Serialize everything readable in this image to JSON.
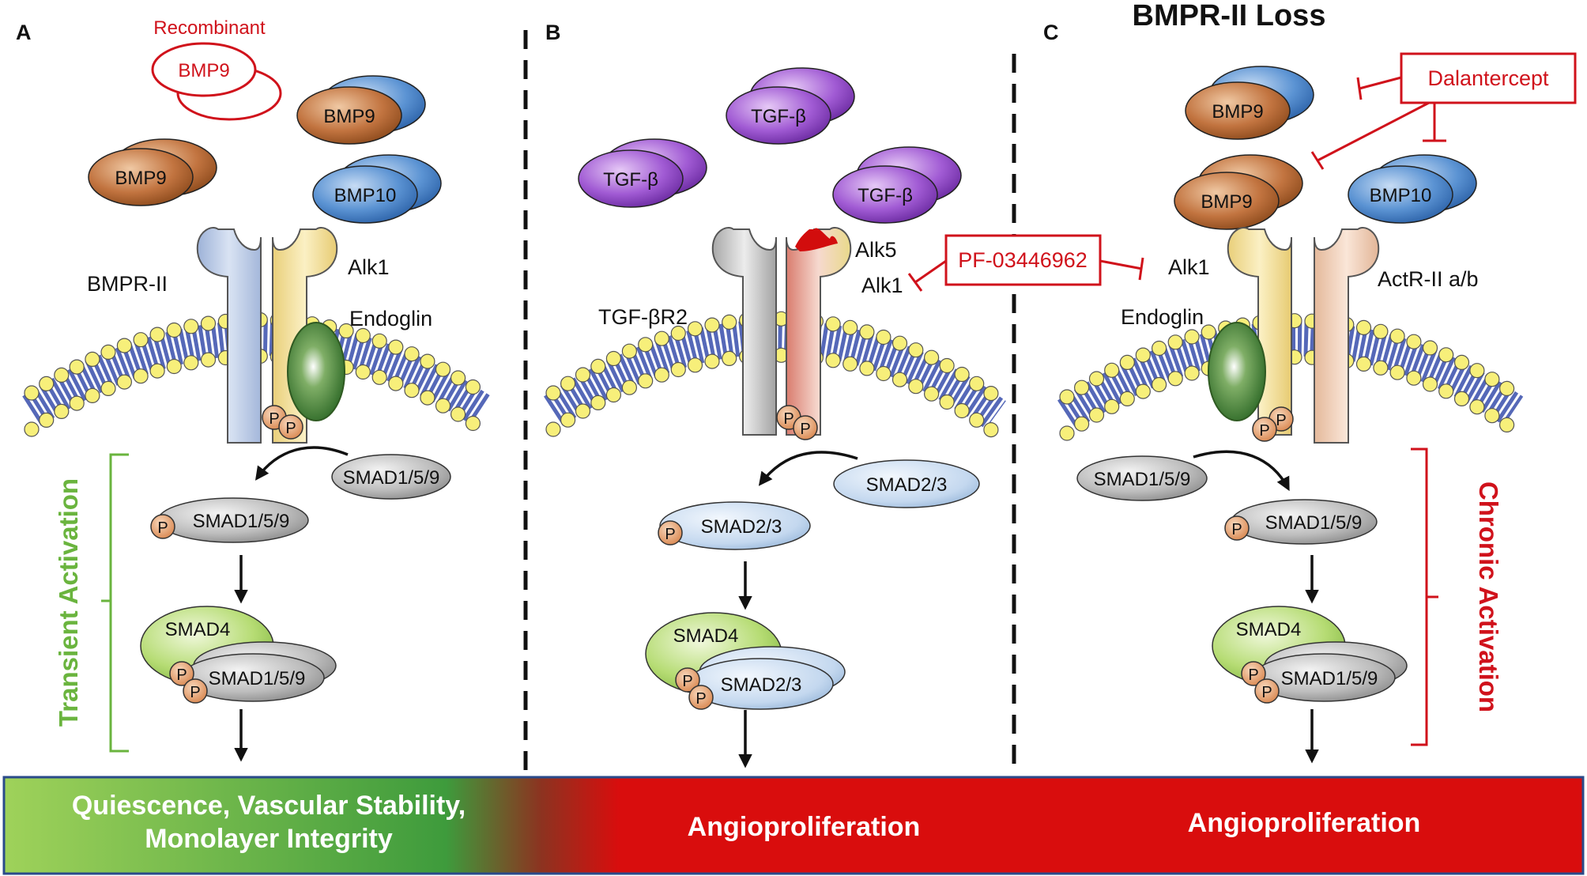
{
  "panels": {
    "a": {
      "letter": "A",
      "recombinant_label": "Recombinant",
      "recombinant_ligand": "BMP9",
      "ligands": [
        "BMP9",
        "BMP9",
        "BMP10"
      ],
      "receptor_left": "BMPR-II",
      "receptor_right": "Alk1",
      "coreceptor": "Endoglin",
      "phospho": "P",
      "smad_free": "SMAD1/5/9",
      "smad_phospho": "SMAD1/5/9",
      "smad4": "SMAD4",
      "smad_complex": "SMAD1/5/9",
      "bracket_label": "Transient Activation",
      "outcome_line1": "Quiescence, Vascular Stability,",
      "outcome_line2": "Monolayer Integrity"
    },
    "b": {
      "letter": "B",
      "ligands": [
        "TGF-β",
        "TGF-β",
        "TGF-β"
      ],
      "receptor_left": "TGF-βR2",
      "receptor_right_top": "Alk5",
      "receptor_right_bottom": "Alk1",
      "phospho": "P",
      "smad_free": "SMAD2/3",
      "smad_phospho": "SMAD2/3",
      "smad4": "SMAD4",
      "smad_complex": "SMAD2/3",
      "inhibitor": "PF-03446962",
      "outcome": "Angioproliferation"
    },
    "c": {
      "letter": "C",
      "title": "BMPR-II Loss",
      "inhibitor": "Dalantercept",
      "ligands": [
        "BMP9",
        "BMP9",
        "BMP10"
      ],
      "receptor_left": "Alk1",
      "receptor_right": "ActR-II a/b",
      "coreceptor": "Endoglin",
      "phospho": "P",
      "smad_free": "SMAD1/5/9",
      "smad_phospho": "SMAD1/5/9",
      "smad4": "SMAD4",
      "smad_complex": "SMAD1/5/9",
      "bracket_label": "Chronic Activation",
      "outcome": "Angioproliferation"
    }
  },
  "colors": {
    "inhibitor_red": "#d0121b",
    "transient_green": "#6ab43e",
    "bmp9_brown": "#b5652e",
    "bmp10_blue": "#4a86cc",
    "tgf_purple": "#8a3fc4",
    "outcome_red": "#d90d0d",
    "outcome_green": "#5aaa3a"
  }
}
